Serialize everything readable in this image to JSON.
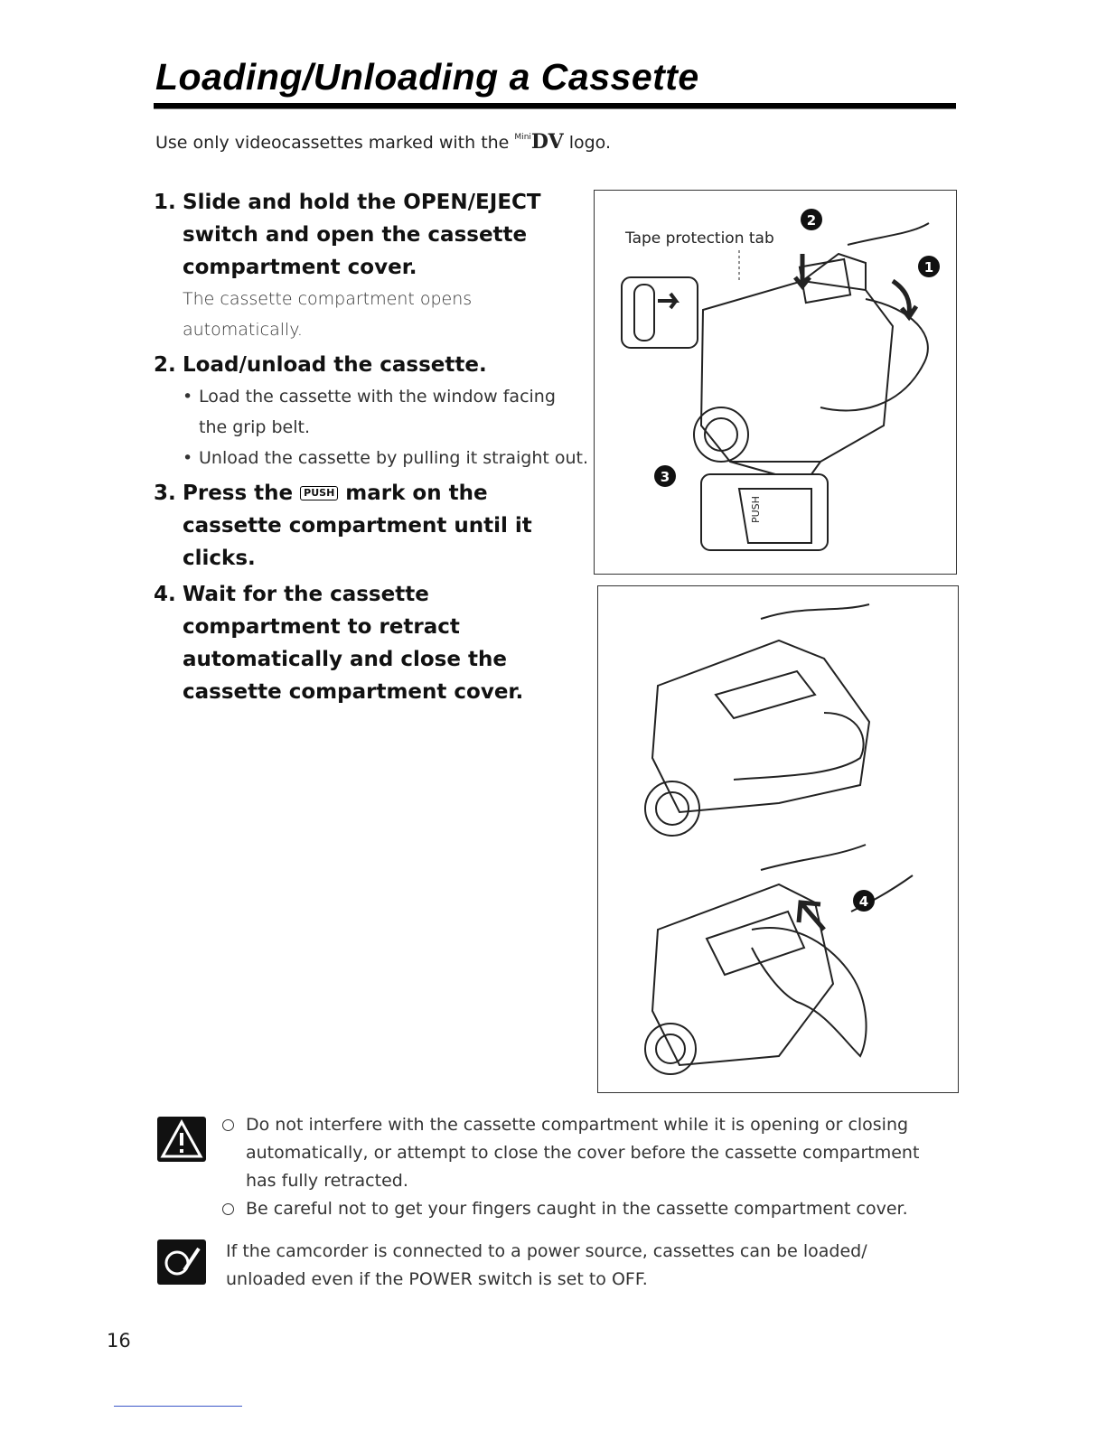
{
  "title": "Loading/Unloading a Cassette",
  "intro": {
    "before": "Use only videocassettes marked with the ",
    "logo_small": "Mini",
    "logo": "DV",
    "after": " logo."
  },
  "steps": [
    {
      "number": "1.",
      "heading": "Slide and hold the OPEN/EJECT switch and open the cassette compartment cover.",
      "body": "The cassette compartment opens automatically."
    },
    {
      "number": "2.",
      "heading": "Load/unload the cassette.",
      "bullets": [
        "Load the cassette with the window facing the grip belt.",
        "Unload the cassette by pulling it straight out."
      ]
    },
    {
      "number": "3.",
      "heading_before": "Press the ",
      "push_mark": "PUSH",
      "heading_after": " mark on the cassette compartment until it clicks."
    },
    {
      "number": "4.",
      "heading": "Wait for the cassette compartment to retract automatically and close the cassette compartment cover."
    }
  ],
  "figure1": {
    "callout_label": "Tape protection tab",
    "markers": [
      "2",
      "1",
      "3"
    ],
    "inset_label": "PUSH"
  },
  "figure2": {
    "markers": [
      "4"
    ]
  },
  "caution": {
    "icon": "caution-icon",
    "items": [
      "Do not interfere with the cassette compartment while it is opening or closing automatically, or attempt to close the cover before the cassette compartment has fully retracted.",
      "Be careful not to get your fingers caught in the cassette compartment cover."
    ]
  },
  "tip": {
    "icon": "note-pen-icon",
    "text": "If the camcorder is connected to a power source, cassettes can be loaded/ unloaded even if the POWER switch is set to OFF."
  },
  "page_number": "16"
}
